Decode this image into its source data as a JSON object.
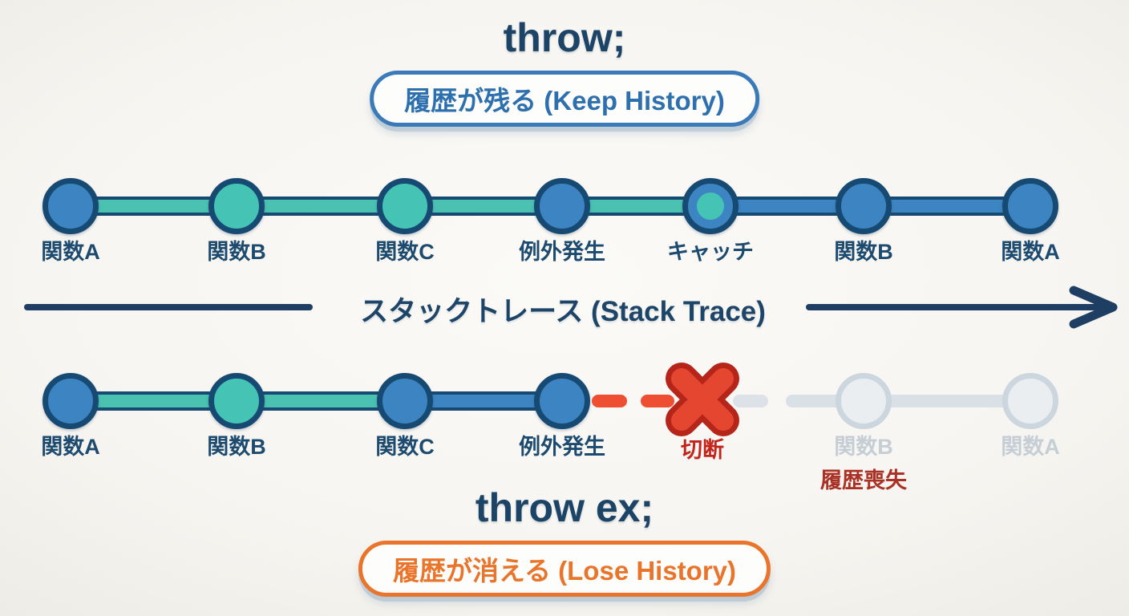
{
  "colors": {
    "background": "#f7f5f1",
    "navy_text": "#1d4a6f",
    "navy_border": "#174a72",
    "node_blue": "#3d84c2",
    "node_teal": "#45c4b6",
    "ghost_fill": "#ebeef1",
    "ghost_border": "#ccd6de",
    "ghost_label": "#c5cdd5",
    "red_x": "#e2402f",
    "red_x_border": "#b5251a",
    "red_dash": "#ee4f33",
    "cut_text": "#c3241c",
    "lost_text": "#a93126",
    "badge_blue": "#3a7ab8",
    "badge_orange": "#e8752b",
    "axis_color": "#1e3f63"
  },
  "throw_section": {
    "title": "throw;",
    "badge": "履歴が残る (Keep History)"
  },
  "stack_trace_axis": {
    "label": "スタックトレース (Stack Trace)"
  },
  "keep_timeline": {
    "nodes": [
      {
        "label": "関数A"
      },
      {
        "label": "関数B"
      },
      {
        "label": "関数C"
      },
      {
        "label": "例外発生"
      },
      {
        "label": "キャッチ"
      },
      {
        "label": "関数B"
      },
      {
        "label": "関数A"
      }
    ]
  },
  "lose_timeline": {
    "nodes": [
      {
        "label": "関数A"
      },
      {
        "label": "関数B"
      },
      {
        "label": "関数C"
      },
      {
        "label": "例外発生"
      }
    ],
    "cut_label": "切断",
    "ghost_nodes": [
      {
        "label": "関数B"
      },
      {
        "label": "関数A"
      }
    ],
    "lost_history_label": "履歴喪失"
  },
  "throw_ex_section": {
    "title": "throw ex;",
    "badge": "履歴が消える (Lose History)"
  }
}
